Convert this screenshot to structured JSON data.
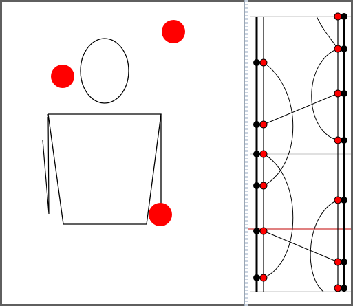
{
  "canvas": {
    "background": "#ffffff",
    "stroke_color": "#000000",
    "handle_color": "#ff0000"
  },
  "left_panel": {
    "figure": {
      "head_shape": "ellipse",
      "body_shape": "trapezoid",
      "detached_stroke": "line"
    },
    "handles": [
      {
        "name": "top-right"
      },
      {
        "name": "left-of-head"
      },
      {
        "name": "bottom-right-of-body"
      }
    ]
  },
  "right_panel": {
    "rails": 2,
    "highlight_line_color": "#c00000"
  }
}
